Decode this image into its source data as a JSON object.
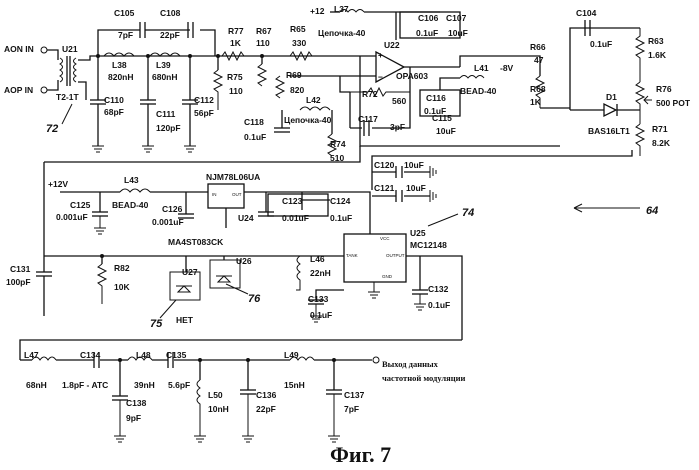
{
  "figure_caption": "Фиг. 7",
  "inputs": {
    "aon": "AON IN",
    "aop": "AOP IN"
  },
  "transformer": {
    "ref": "U21",
    "type": "T2-1T",
    "callout": "72"
  },
  "output_label": [
    "Выход данных",
    "частотной модуляции"
  ],
  "power": {
    "plus12_top": "+12",
    "plus12_left": "+12V",
    "minus8": "-8V"
  },
  "ics": [
    {
      "ref": "U22",
      "part": "OPA603"
    },
    {
      "ref": "U24",
      "part": "NJM78L06UA"
    },
    {
      "ref": "U25",
      "part": "MC12148"
    },
    {
      "ref": "U26",
      "part": "MA4ST083CK"
    },
    {
      "ref": "U27",
      "part": ""
    }
  ],
  "ic_pins": {
    "p1": "VCC",
    "p2": "TANK",
    "p3": "OUTPUT",
    "p4": "GND"
  },
  "diode_net": "НЕТ",
  "callouts": {
    "c74": "74",
    "c75": "75",
    "c76": "76",
    "c64": "64"
  },
  "components": {
    "C105": "7pF",
    "C108": "22pF",
    "L38": "820nH",
    "L39": "680nH",
    "C110": "68pF",
    "C111": "120pF",
    "C112": "56pF",
    "R77": "1K",
    "R67": "110",
    "R75": "110",
    "R65": "330",
    "R69": "820",
    "L42": "Цепочка-40",
    "L37": "Цепочка-40",
    "C106": "0.1uF",
    "C107": "10uF",
    "C116": "0.1uF",
    "R72": "560",
    "C117": "3pF",
    "C118": "0.1uF",
    "C115": "10uF",
    "R74": "510",
    "L41": "BEAD-40",
    "R66": "47",
    "R68": "1K",
    "C104": "0.1uF",
    "R63": "1.6K",
    "D1": "BAS16LT1",
    "R76": "500 POT",
    "R71": "8.2K",
    "L43": "BEAD-40",
    "C125": "0.001uF",
    "C126": "0.001uF",
    "C123": "0.01uF",
    "C124": "0.1uF",
    "C120": "10uF",
    "C121": "10uF",
    "C131": "100pF",
    "R82": "10K",
    "L46": "22nH",
    "C133": "0.1uF",
    "C132": "0.1uF",
    "L47": "68nH",
    "C134": "1.8pF - ATC",
    "L48": "39nH",
    "C135": "5.6pF",
    "L49": "15nH",
    "L50": "10nH",
    "C136": "22pF",
    "C137": "7pF",
    "C138": "9pF"
  }
}
